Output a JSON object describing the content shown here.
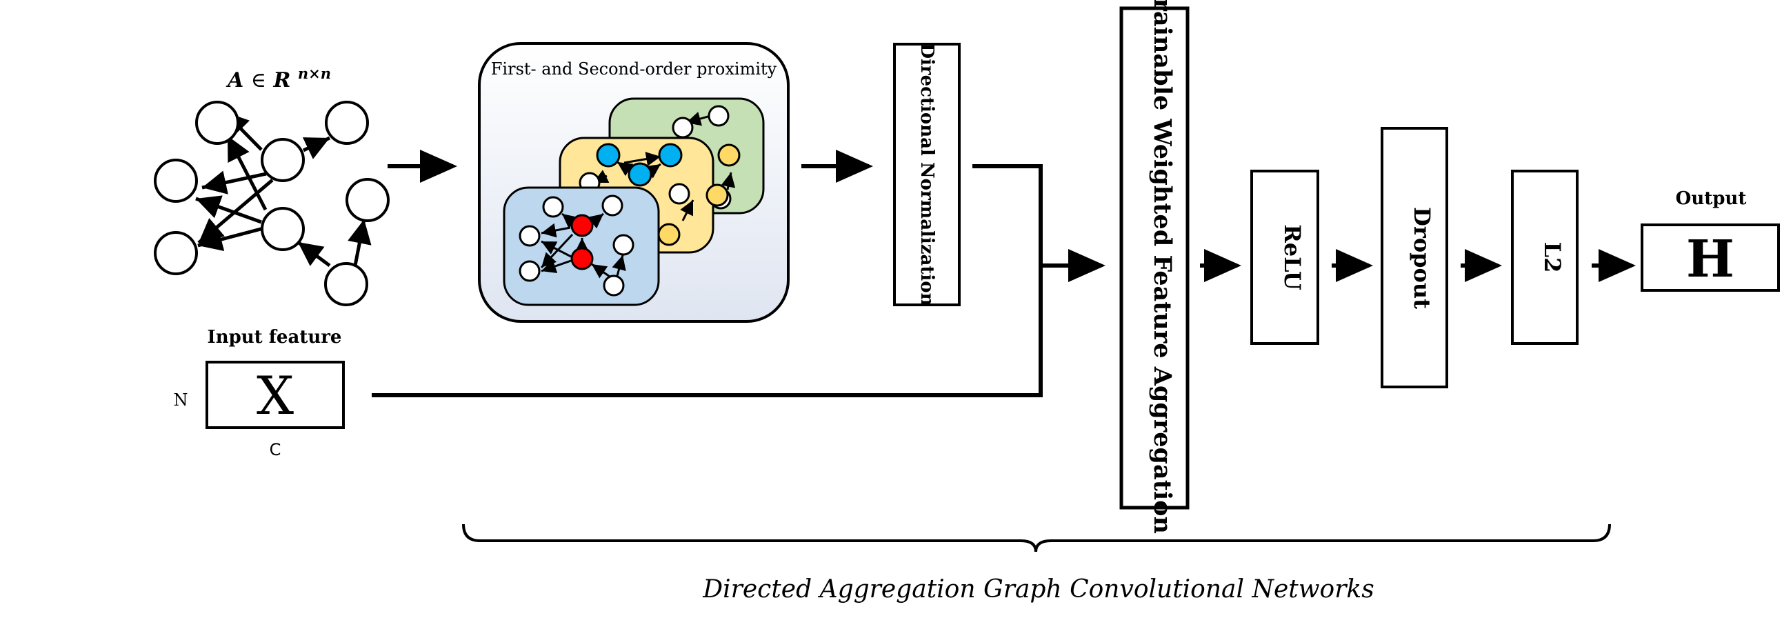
{
  "adjacency": {
    "label_main": "A",
    "label_in": "∈",
    "label_R": "R",
    "label_exp": "n×n"
  },
  "input": {
    "title": "Input feature",
    "symbol": "X",
    "row_label": "N",
    "col_label": "C"
  },
  "proximity": {
    "title": "First- and Second-order proximity"
  },
  "blocks": {
    "normalization": "Directional  Normalization",
    "aggregation": "Trainable Weighted Feature Aggregation",
    "relu": "ReLU",
    "dropout": "Dropout",
    "l2": "L2"
  },
  "output": {
    "title": "Output",
    "symbol": "H"
  },
  "caption": "Directed Aggregation Graph Convolutional Networks",
  "colors": {
    "stroke": "#000000",
    "blue_panel": "#bdd7ee",
    "yellow_panel": "#ffe699",
    "green_panel": "#c5e0b4",
    "red_node": "#ff0000",
    "cyan_node": "#00b0f0",
    "yellow_node": "#ffd966",
    "outer_panel": "#f4f6fb"
  }
}
